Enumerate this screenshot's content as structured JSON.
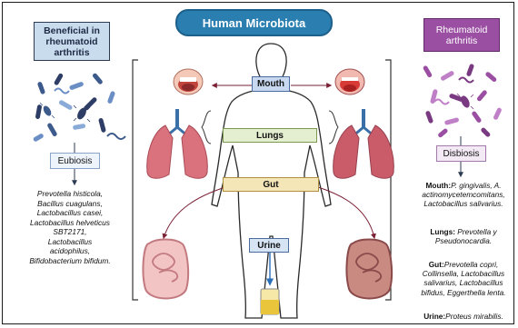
{
  "title": "Human Microbiota",
  "left_header": "Beneficial in rheumatoid arthritis",
  "right_header": "Rheumatoid arthritis",
  "sites": {
    "mouth": "Mouth",
    "lungs": "Lungs",
    "gut": "Gut",
    "urine": "Urine"
  },
  "eubiosis": "Eubiosis",
  "disbiosis": "Disbiosis",
  "beneficial_bacteria": [
    "Prevotella histicola,",
    "Bacillus cuagulans,",
    "Lactobacillus casei,",
    "Lactobacillus helveticus",
    "SBT2171,",
    "Lactobacillus",
    "acidophilus,",
    "Bifidobacterium bifidum."
  ],
  "ra_bacteria": {
    "mouth": {
      "label": "Mouth:",
      "text": "P. gingivalis, A. actinomycetemcomitans, Lactobacillus salivarius."
    },
    "lungs": {
      "label": "Lungs:",
      "text": "Prevotella y Pseudonocardia."
    },
    "gut": {
      "label": "Gut:",
      "text": "Prevotella copri, Collinsella, Lactobacillus salivarius, Lactobacillus bifidus, Eggerthella lenta."
    },
    "urine": {
      "label": "Urine:",
      "text": "Proteus mirabilis."
    }
  },
  "colors": {
    "title_fill": "#2a7fb0",
    "left_header_fill": "#c8dcee",
    "right_header_fill": "#9b4fa3",
    "site_label_fill": "#e3efd0",
    "mouth_label_fill": "#c8d8f0",
    "urine_label_fill": "#d6e4f4",
    "gut_label_fill": "#f5e6b8",
    "arrow_color": "#7a2035",
    "lung_color": "#d9727d",
    "intestine_color": "#e09aa0"
  }
}
